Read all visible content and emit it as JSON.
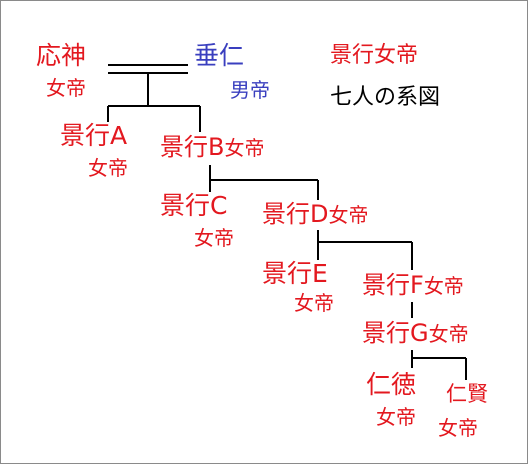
{
  "title": {
    "line1": "景行女帝",
    "line2": "七人の系図",
    "color": "#e3181f"
  },
  "nodes": {
    "ojin": {
      "name": "応神",
      "role": "女帝"
    },
    "suinin": {
      "name": "垂仁",
      "role": "男帝"
    },
    "keiko_a": {
      "name": "景行A",
      "role": "女帝"
    },
    "keiko_b": {
      "name": "景行B",
      "role": "女帝"
    },
    "keiko_c": {
      "name": "景行C",
      "role": "女帝"
    },
    "keiko_d": {
      "name": "景行D",
      "role": "女帝"
    },
    "keiko_e": {
      "name": "景行E",
      "role": "女帝"
    },
    "keiko_f": {
      "name": "景行F",
      "role": "女帝"
    },
    "keiko_g": {
      "name": "景行G",
      "role": "女帝"
    },
    "nintoku": {
      "name": "仁徳",
      "role": "女帝"
    },
    "niken": {
      "name": "仁賢",
      "role": "女帝"
    }
  },
  "colors": {
    "female": "#e3181f",
    "male": "#3a3fbf",
    "lines": "#000000"
  }
}
